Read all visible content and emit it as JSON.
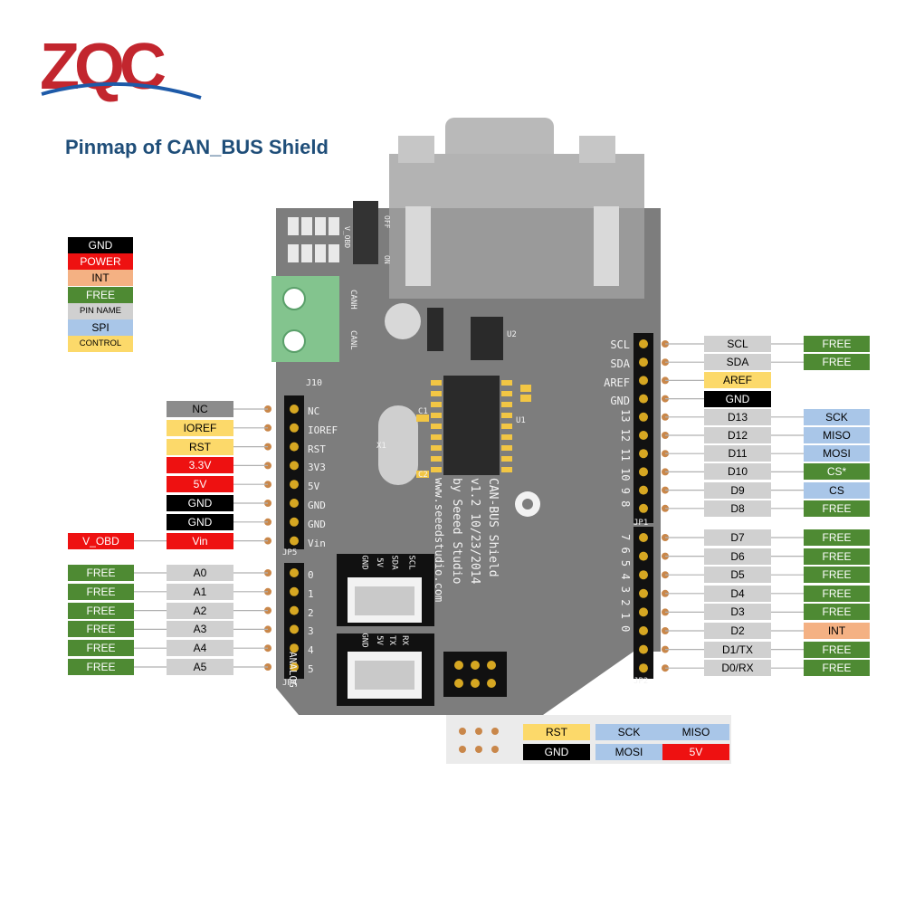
{
  "brand": {
    "logo_text": "ZQC"
  },
  "title": "Pinmap of CAN_BUS Shield",
  "colors": {
    "GND": {
      "bg": "#000000",
      "fg": "#ffffff"
    },
    "POWER": {
      "bg": "#ee1111",
      "fg": "#ffffff"
    },
    "INT": {
      "bg": "#f4b183",
      "fg": "#000000"
    },
    "FREE": {
      "bg": "#4e8a33",
      "fg": "#ffffff"
    },
    "PIN": {
      "bg": "#d0d0d0",
      "fg": "#000000"
    },
    "SPI": {
      "bg": "#a9c6e8",
      "fg": "#000000"
    },
    "CONTROL": {
      "bg": "#fcd96a",
      "fg": "#000000"
    },
    "NC": {
      "bg": "#8c8c8c",
      "fg": "#000000"
    }
  },
  "legend": [
    {
      "text": "GND",
      "type": "GND"
    },
    {
      "text": "POWER",
      "type": "POWER"
    },
    {
      "text": "INT",
      "type": "INT"
    },
    {
      "text": "FREE",
      "type": "FREE"
    },
    {
      "text": "PIN NAME",
      "type": "PIN"
    },
    {
      "text": "SPI",
      "type": "SPI"
    },
    {
      "text": "CONTROL",
      "type": "CONTROL"
    }
  ],
  "left_power": [
    {
      "name": "NC",
      "type": "NC"
    },
    {
      "name": "IOREF",
      "type": "CONTROL"
    },
    {
      "name": "RST",
      "type": "CONTROL"
    },
    {
      "name": "3.3V",
      "type": "POWER"
    },
    {
      "name": "5V",
      "type": "POWER"
    },
    {
      "name": "GND",
      "type": "GND"
    },
    {
      "name": "GND",
      "type": "GND"
    },
    {
      "name": "Vin",
      "type": "POWER",
      "extra": {
        "text": "V_OBD",
        "type": "POWER"
      }
    }
  ],
  "left_analog": [
    {
      "name": "A0",
      "func": "FREE"
    },
    {
      "name": "A1",
      "func": "FREE"
    },
    {
      "name": "A2",
      "func": "FREE"
    },
    {
      "name": "A3",
      "func": "FREE"
    },
    {
      "name": "A4",
      "func": "FREE"
    },
    {
      "name": "A5",
      "func": "FREE"
    }
  ],
  "right_top": [
    {
      "name": "SCL",
      "type": "PIN",
      "func": {
        "text": "FREE",
        "type": "FREE"
      }
    },
    {
      "name": "SDA",
      "type": "PIN",
      "func": {
        "text": "FREE",
        "type": "FREE"
      }
    },
    {
      "name": "AREF",
      "type": "CONTROL"
    },
    {
      "name": "GND",
      "type": "GND"
    },
    {
      "name": "D13",
      "type": "PIN",
      "func": {
        "text": "SCK",
        "type": "SPI"
      }
    },
    {
      "name": "D12",
      "type": "PIN",
      "func": {
        "text": "MISO",
        "type": "SPI"
      }
    },
    {
      "name": "D11",
      "type": "PIN",
      "func": {
        "text": "MOSI",
        "type": "SPI"
      }
    },
    {
      "name": "D10",
      "type": "PIN",
      "func": {
        "text": "CS*",
        "type": "FREE"
      }
    },
    {
      "name": "D9",
      "type": "PIN",
      "func": {
        "text": "CS",
        "type": "SPI"
      }
    },
    {
      "name": "D8",
      "type": "PIN",
      "func": {
        "text": "FREE",
        "type": "FREE"
      }
    }
  ],
  "right_bottom": [
    {
      "name": "D7",
      "type": "PIN",
      "func": {
        "text": "FREE",
        "type": "FREE"
      }
    },
    {
      "name": "D6",
      "type": "PIN",
      "func": {
        "text": "FREE",
        "type": "FREE"
      }
    },
    {
      "name": "D5",
      "type": "PIN",
      "func": {
        "text": "FREE",
        "type": "FREE"
      }
    },
    {
      "name": "D4",
      "type": "PIN",
      "func": {
        "text": "FREE",
        "type": "FREE"
      }
    },
    {
      "name": "D3",
      "type": "PIN",
      "func": {
        "text": "FREE",
        "type": "FREE"
      }
    },
    {
      "name": "D2",
      "type": "PIN",
      "func": {
        "text": "INT",
        "type": "INT"
      }
    },
    {
      "name": "D1/TX",
      "type": "PIN",
      "func": {
        "text": "FREE",
        "type": "FREE"
      }
    },
    {
      "name": "D0/RX",
      "type": "PIN",
      "func": {
        "text": "FREE",
        "type": "FREE"
      }
    }
  ],
  "icsp": [
    [
      {
        "text": "RST",
        "type": "CONTROL"
      },
      {
        "text": "SCK",
        "type": "SPI"
      },
      {
        "text": "MISO",
        "type": "SPI"
      }
    ],
    [
      {
        "text": "GND",
        "type": "GND"
      },
      {
        "text": "MOSI",
        "type": "SPI"
      },
      {
        "text": "5V",
        "type": "POWER"
      }
    ]
  ],
  "board_silk": {
    "left_power": [
      "NC",
      "IOREF",
      "RST",
      "3V3",
      "5V",
      "GND",
      "GND",
      "Vin"
    ],
    "left_analog": [
      "0",
      "1",
      "2",
      "3",
      "4",
      "5"
    ],
    "analog_label": "ANALOG",
    "jp5": "JP5",
    "jp4": "JP4",
    "jp1": "JP1",
    "jp2": "JP2",
    "j10": "J10",
    "right_top_text": [
      "SCL",
      "SDA",
      "AREF",
      "GND"
    ],
    "right_top_nums": "13 12 11 10 9 8",
    "right_bottom_nums": "7 6 5 4 3 2 1 0",
    "canh": "CANH",
    "canl": "CANL",
    "v_obd": "V_OBD",
    "off": "OFF",
    "on": "ON",
    "x1": "X1",
    "c1": "C1",
    "c2": "C2",
    "u1": "U1",
    "u2": "U2",
    "product": "CAN-BUS Shield",
    "version": "v1.2 10/23/2014",
    "by": "by Seeed Studio",
    "url": "www.seeedstudio.com",
    "i2c_pins": [
      "SCL",
      "SDA",
      "5V",
      "GND"
    ],
    "uart_pins": [
      "RX",
      "TX",
      "5V",
      "GND"
    ]
  }
}
